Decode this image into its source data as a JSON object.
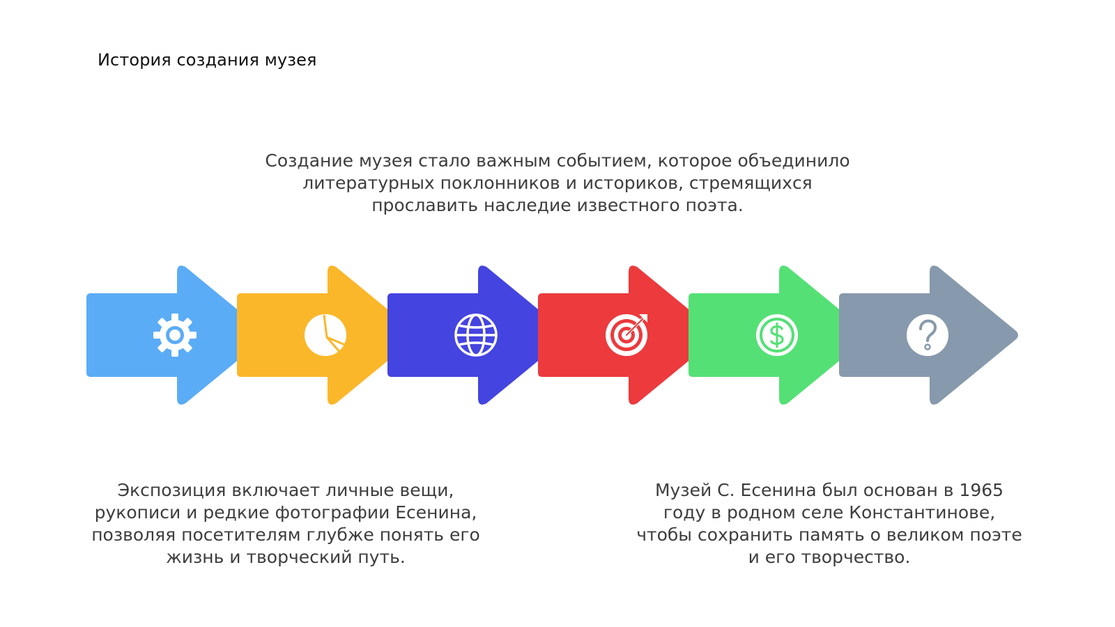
{
  "page": {
    "title": "История создания музея"
  },
  "texts": {
    "top": "Создание музея стало важным событием, которое объединило литературных поклонников и историков, стремящихся прославить наследие известного поэта.",
    "bottom_left": "Экспозиция включает личные вещи, рукописи и редкие фотографии Есенина, позволяя посетителям глубже понять его жизнь и творческий путь.",
    "bottom_right": "Музей С. Есенина был основан в 1965 году в родном селе Константинове, чтобы сохранить память о великом поэте и его творчество."
  },
  "arrows": [
    {
      "color": "#5aacf6",
      "icon": "gear-icon"
    },
    {
      "color": "#fbb72a",
      "icon": "pie-chart-icon"
    },
    {
      "color": "#4444e0",
      "icon": "globe-icon"
    },
    {
      "color": "#ec3a3d",
      "icon": "target-icon"
    },
    {
      "color": "#55e076",
      "icon": "dollar-coin-icon"
    },
    {
      "color": "#8799ac",
      "icon": "question-icon"
    }
  ]
}
